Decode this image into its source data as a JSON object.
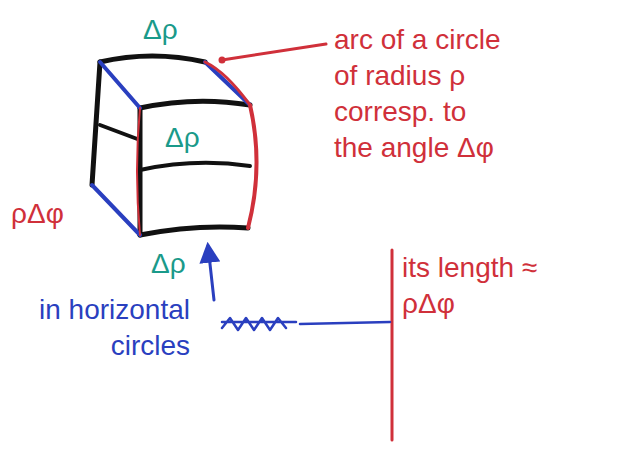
{
  "diagram": {
    "labels": [
      "Δρ",
      "Δρ",
      "Δρ",
      "ρΔφ",
      "arc of a circle of radius ρ corresp. to the angle Δφ",
      "its length ≈ ρΔφ",
      "in horizontal circles"
    ]
  }
}
